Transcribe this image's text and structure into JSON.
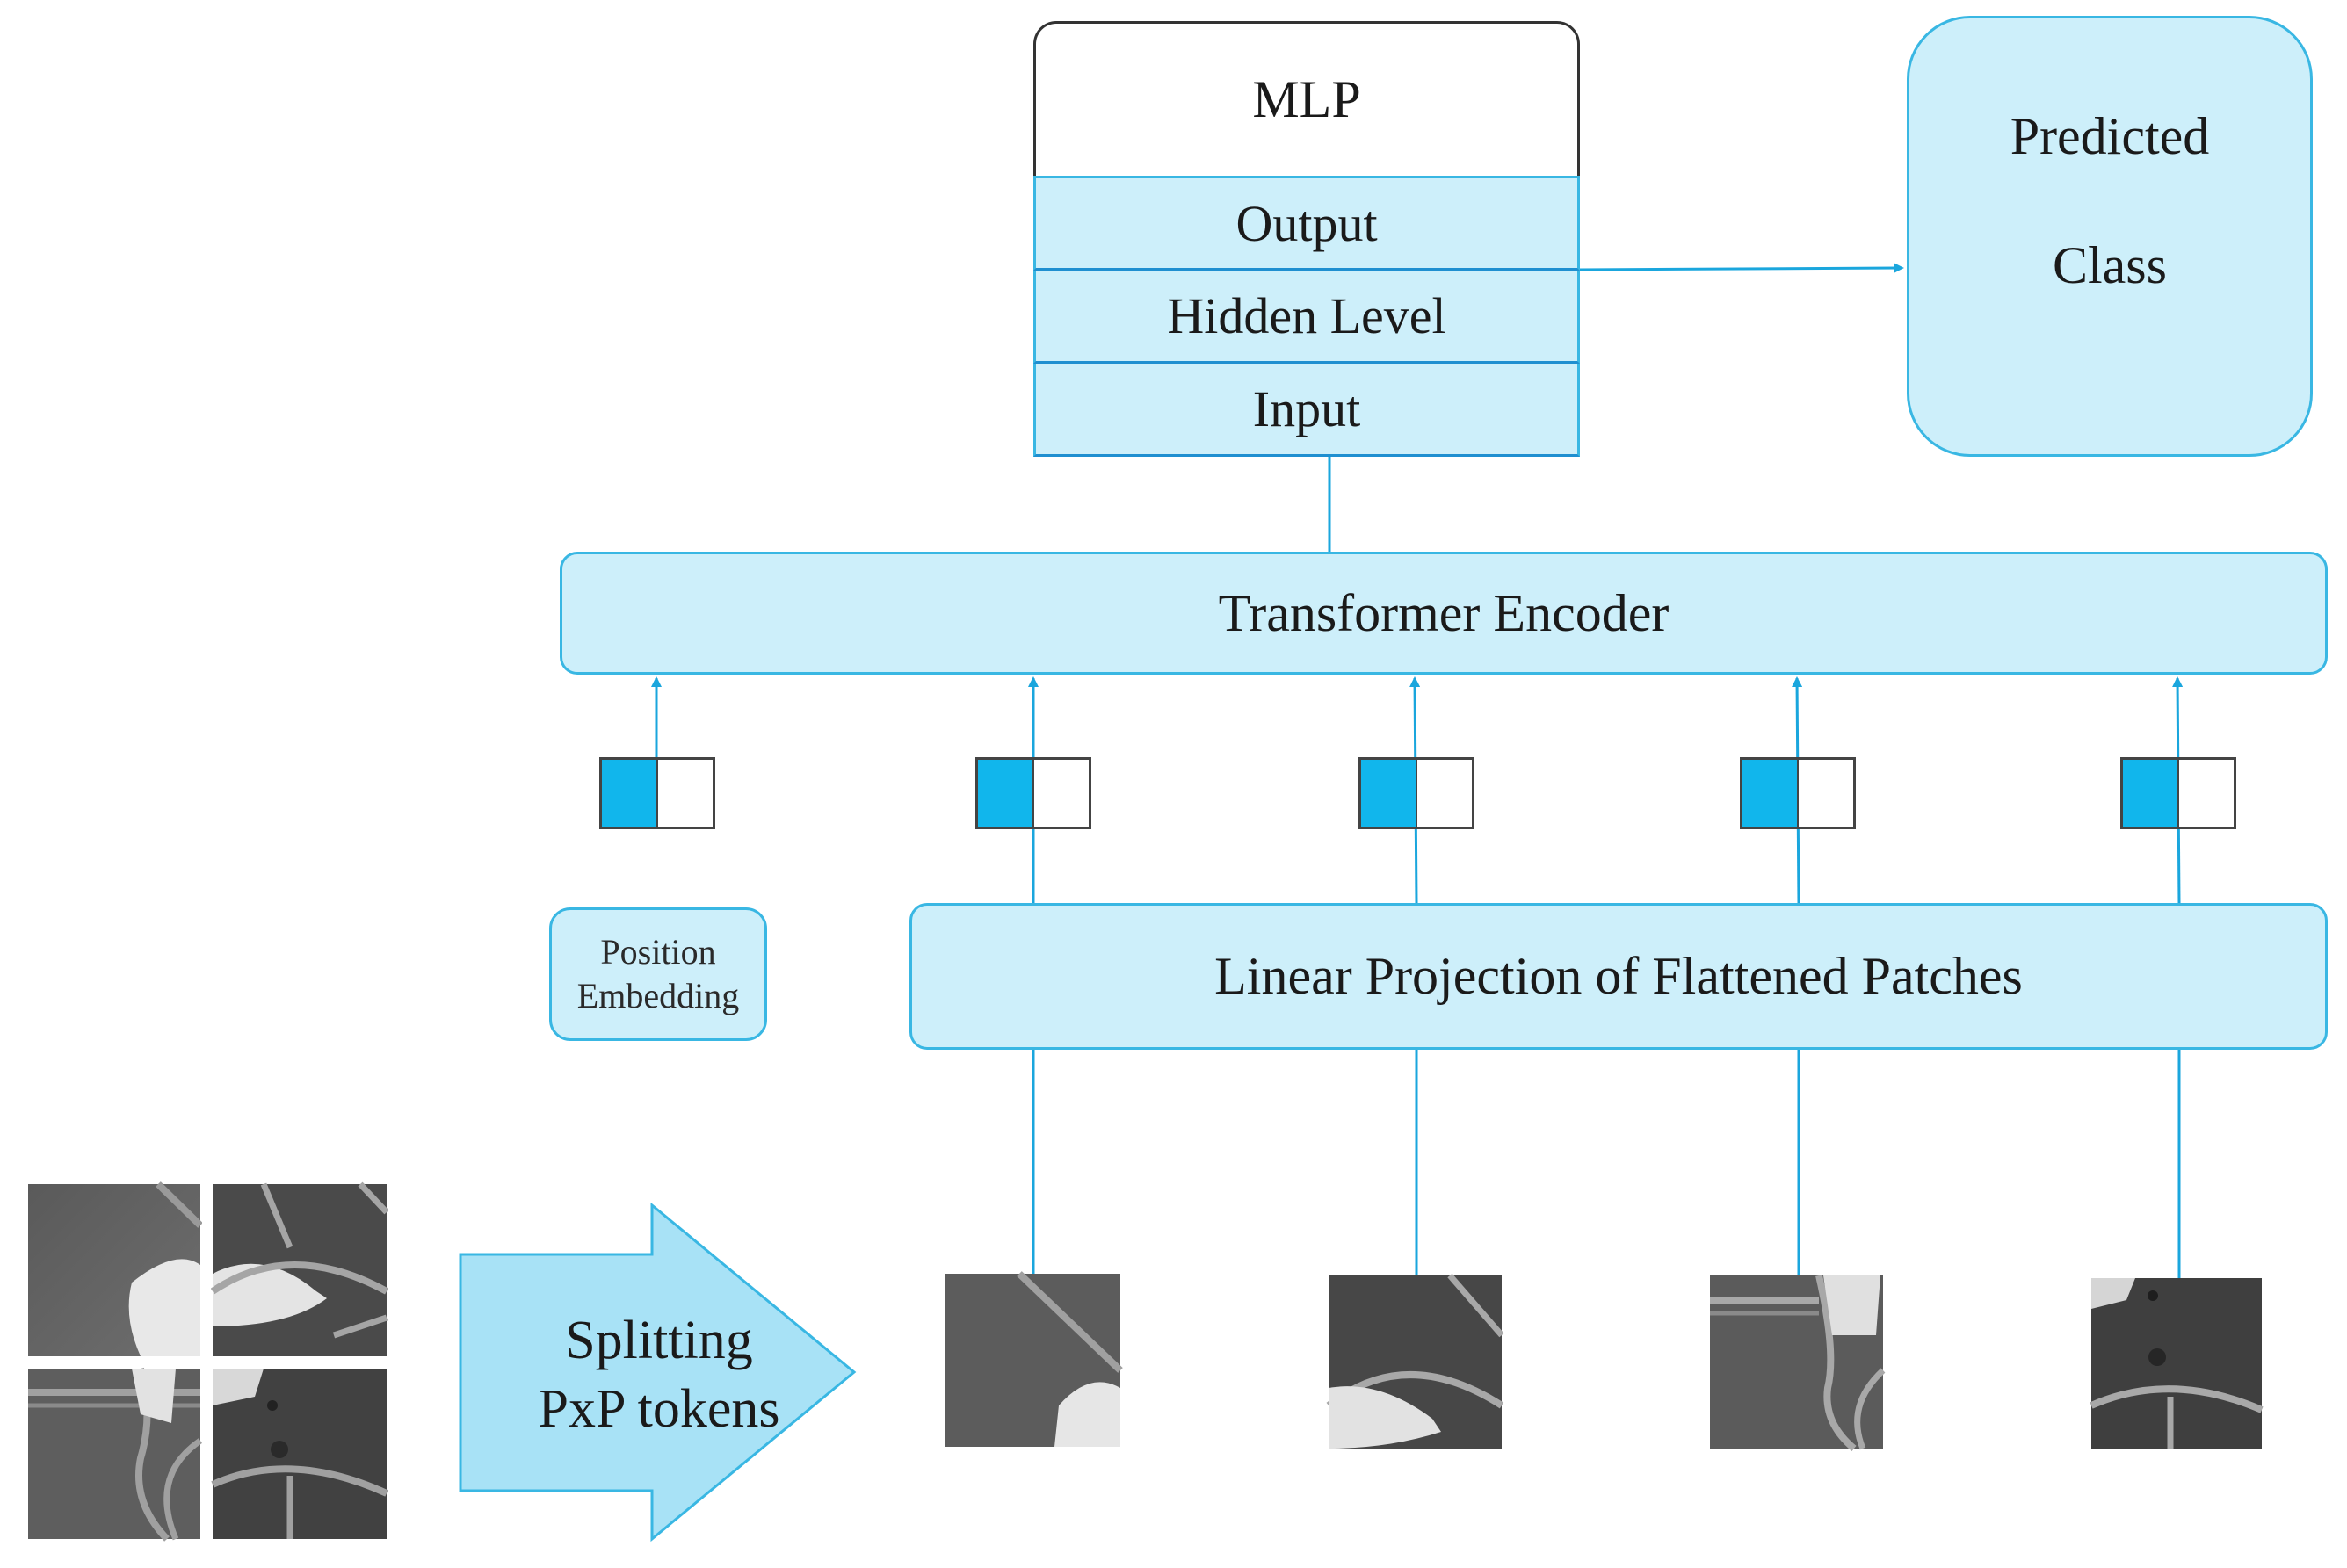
{
  "mlp": {
    "title": "MLP",
    "rows": [
      "Output",
      "Hidden Level",
      "Input"
    ]
  },
  "predicted": {
    "line1": "Predicted",
    "line2": "Class"
  },
  "encoder": {
    "label": "Transformer Encoder"
  },
  "position_embedding": {
    "line1": "Position",
    "line2": "Embedding"
  },
  "projection": {
    "label": "Linear Projection of Flattened Patches"
  },
  "splitting": {
    "line1": "Splitting",
    "line2": "PxP tokens"
  },
  "colors": {
    "box_fill": "#cdeffa",
    "box_border": "#39b7e3",
    "arrow": "#1aa6dd",
    "token_fill": "#11b6ec",
    "split_arrow_fill": "#a8e2f6"
  },
  "tokens_count": 5,
  "patches_count": 4
}
